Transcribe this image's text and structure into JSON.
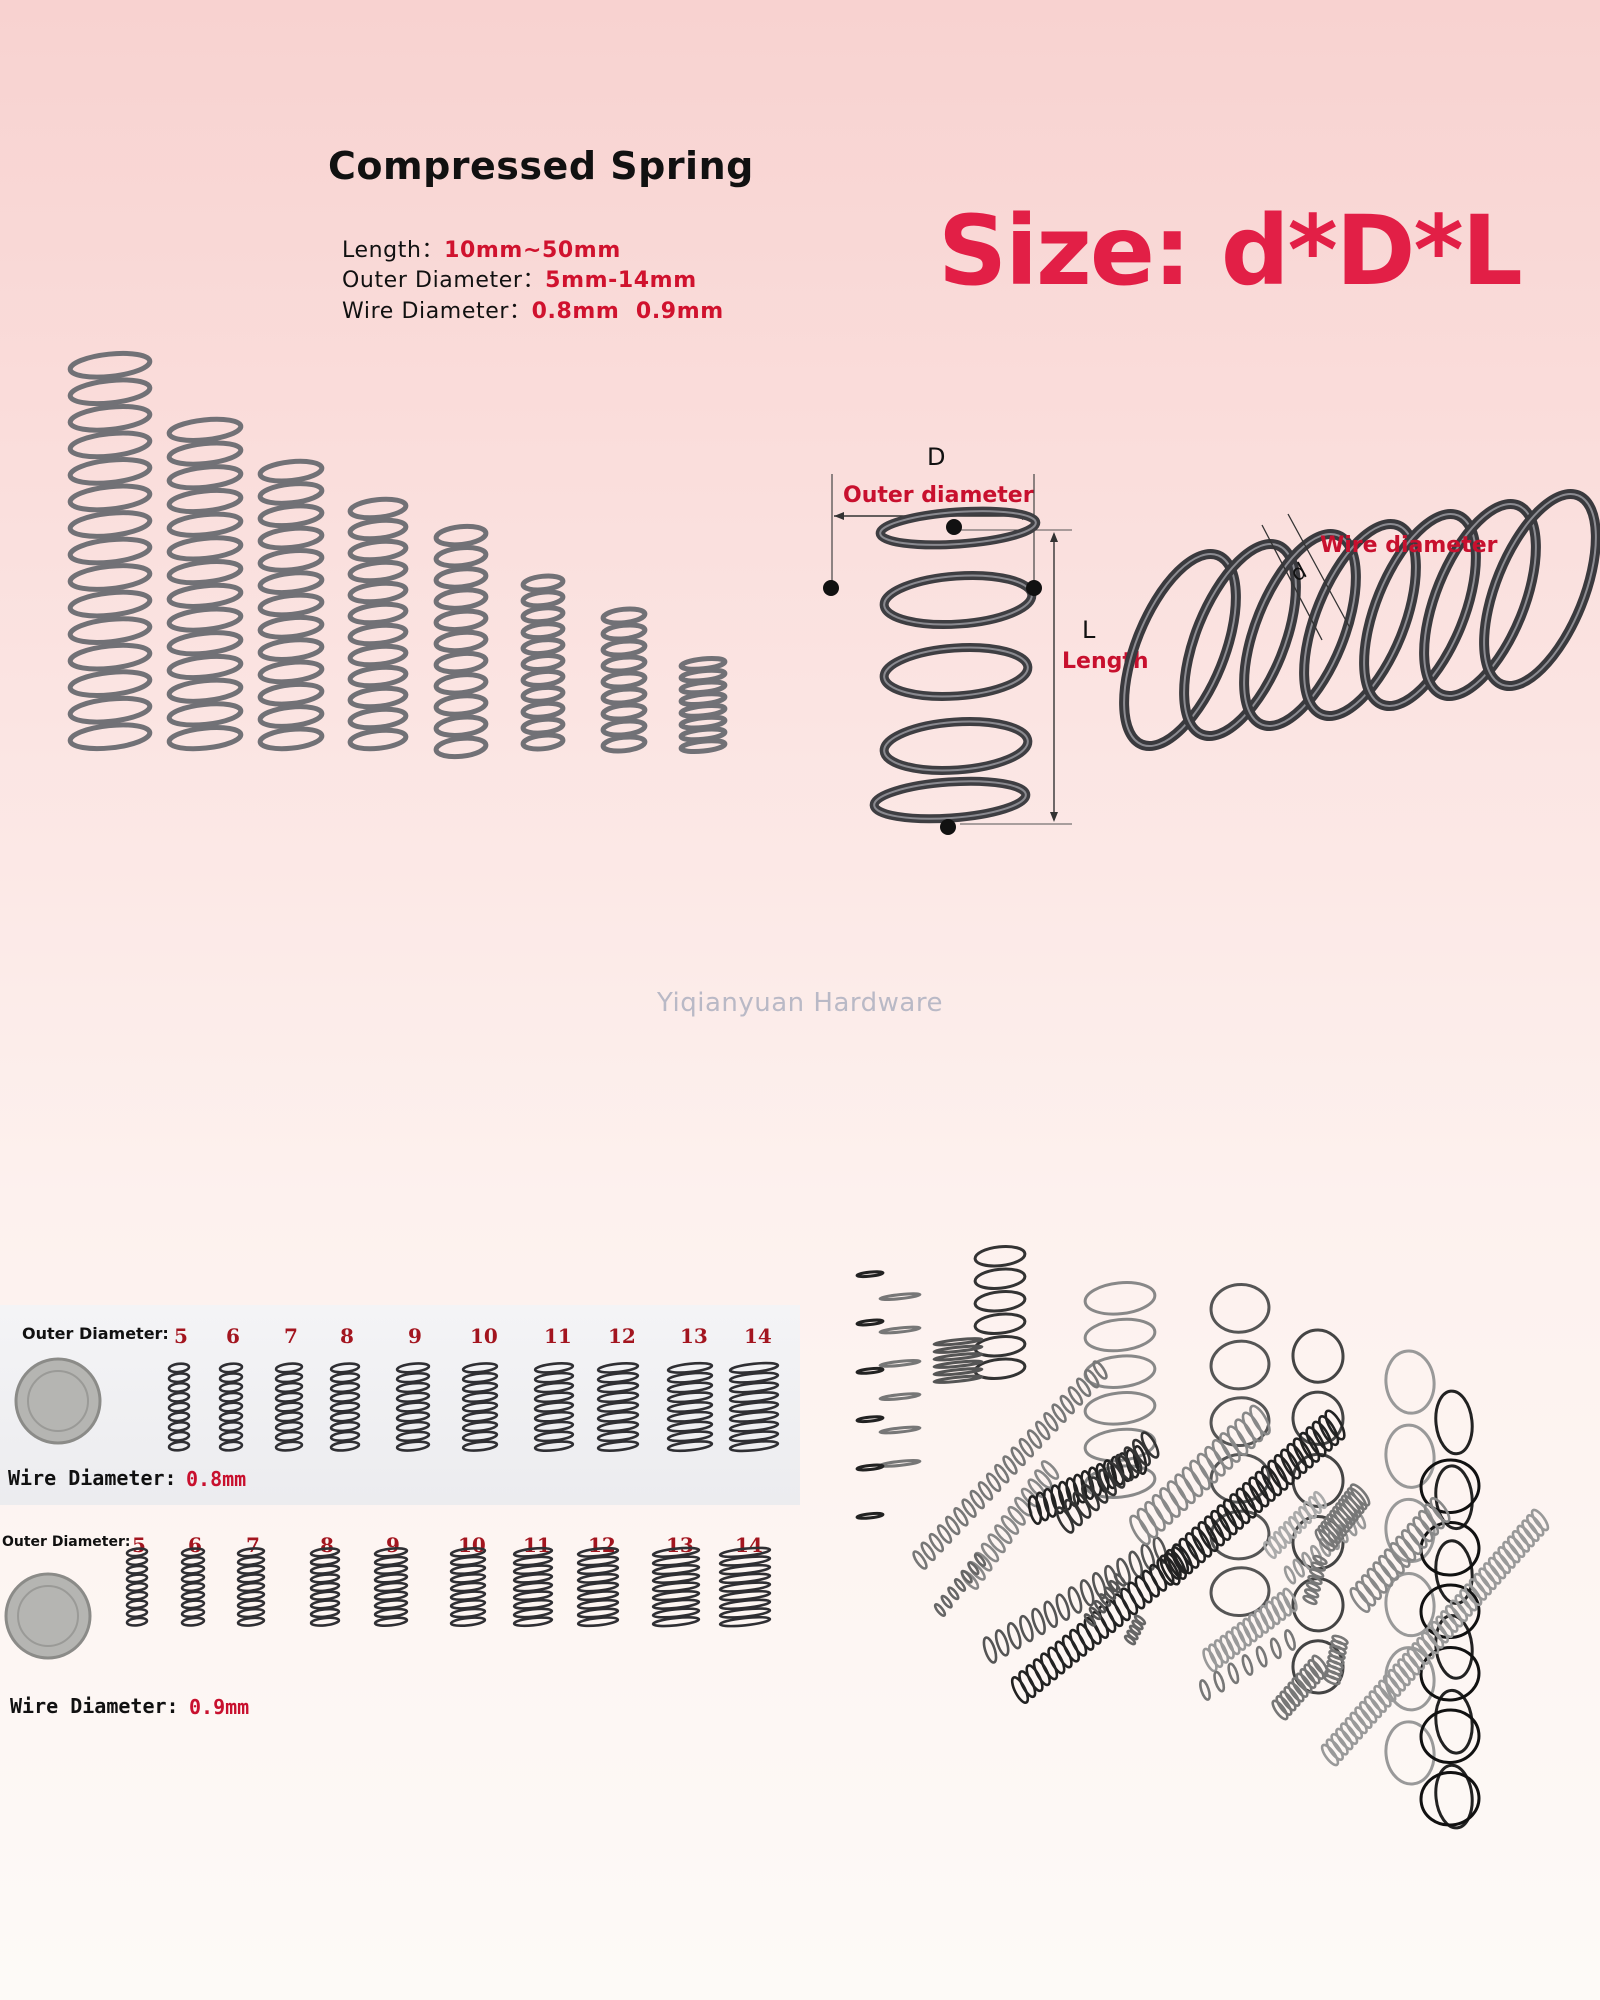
{
  "header": {
    "title": "Compressed Spring",
    "specs": [
      {
        "label": "Length：",
        "value": "10mm~50mm"
      },
      {
        "label": "Outer Diameter：",
        "value": "5mm-14mm"
      },
      {
        "label": "Wire Diameter：",
        "value": "0.8mm  0.9mm"
      }
    ],
    "size_title": "Size: d*D*L"
  },
  "diagram": {
    "D": "D",
    "outer_diameter": "Outer diameter",
    "L": "L",
    "length": "Length",
    "d": "d",
    "wire_diameter": "Wire diameter"
  },
  "watermark": "Yiqianyuan Hardware",
  "size_chart": {
    "outer_diameter_label": "Outer Diameter:",
    "wire_diameter_label": "Wire Diameter:",
    "panels": [
      {
        "numbers": [
          "5",
          "6",
          "7",
          "8",
          "9",
          "10",
          "11",
          "12",
          "13",
          "14"
        ],
        "wire_value": "0.8mm"
      },
      {
        "numbers": [
          "5",
          "6",
          "7",
          "8",
          "9",
          "10",
          "11",
          "12",
          "13",
          "14"
        ],
        "wire_value": "0.9mm"
      }
    ]
  },
  "colors": {
    "accent_red": "#e21f46",
    "label_red": "#c8102e",
    "spring_steel": "#6f6f74",
    "background_top": "#f8d2d0"
  }
}
